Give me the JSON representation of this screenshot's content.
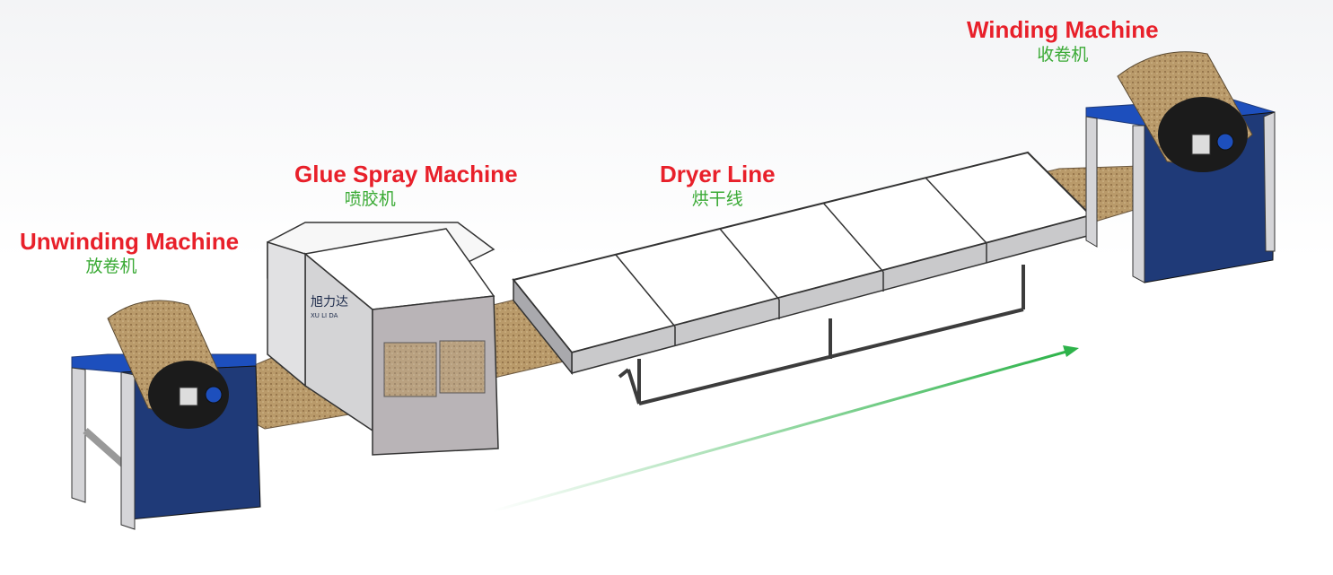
{
  "machines": [
    {
      "name": "Unwinding Machine",
      "name_zh": "放卷机"
    },
    {
      "name": "Glue Spray Machine",
      "name_zh": "喷胶机"
    },
    {
      "name": "Dryer Line",
      "name_zh": "烘干线"
    },
    {
      "name": "Winding Machine",
      "name_zh": "收卷机"
    }
  ],
  "logo": {
    "zh": "旭力达",
    "en": "XU LI DA"
  },
  "colors": {
    "label_en": "#e8202a",
    "label_zh": "#3aaa35",
    "frame_blue": "#1f3a78",
    "arrow": "#2db34a"
  }
}
